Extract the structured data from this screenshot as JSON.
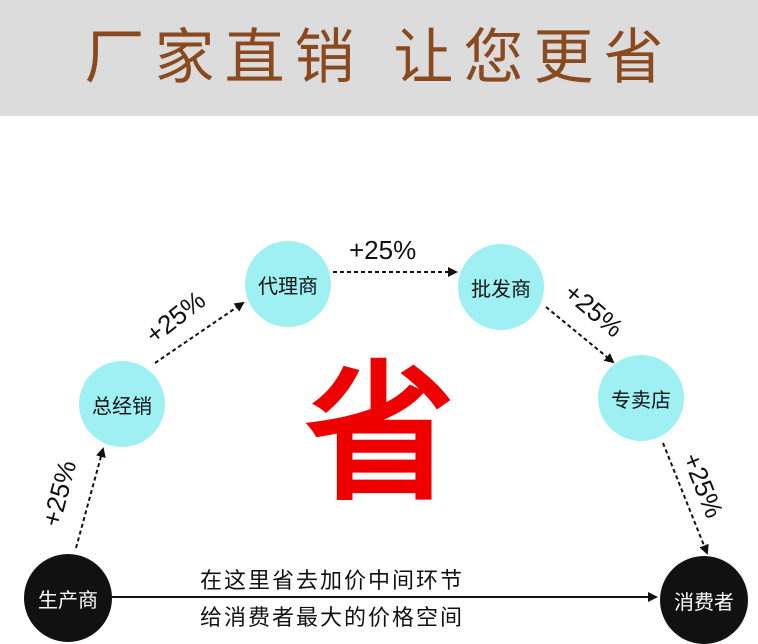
{
  "banner": {
    "title": "厂家直销 让您更省"
  },
  "nodes": {
    "producer": "生产商",
    "general_distributor": "总经销",
    "agent": "代理商",
    "wholesaler": "批发商",
    "store": "专卖店",
    "consumer": "消费者"
  },
  "markups": {
    "m1": "+25%",
    "m2": "+25%",
    "m3": "+25%",
    "m4": "+25%",
    "m5": "+25%"
  },
  "center_char": "省",
  "direct_path": {
    "line1": "在这里省去加价中间环节",
    "line2": "给消费者最大的价格空间"
  },
  "colors": {
    "banner_bg": "#dcdcdc",
    "banner_text": "#8a4a1f",
    "node_cyan": "#9ef0f3",
    "node_black": "#111111",
    "accent_red": "#ee0000"
  }
}
